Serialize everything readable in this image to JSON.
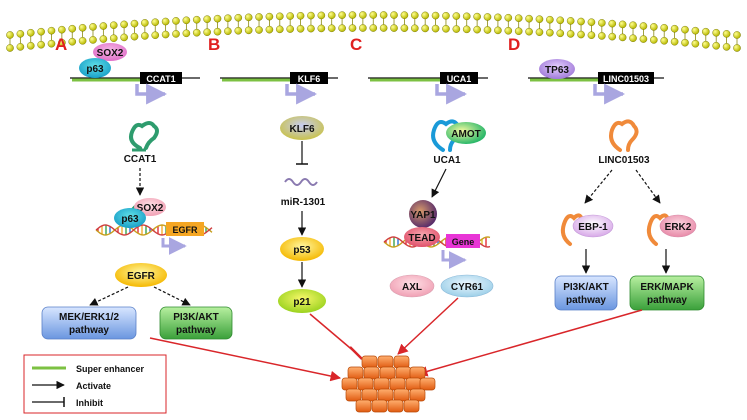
{
  "panels": {
    "a": {
      "letter": "A",
      "gene": "CCAT1",
      "tf1": "SOX2",
      "tf2": "p63",
      "rna": "CCAT1",
      "dna_gene": "EGFR",
      "protein": "EGFR",
      "path1": [
        "MEK/ERK1/2",
        "pathway"
      ],
      "path2": [
        "PI3K/AKT",
        "pathway"
      ]
    },
    "b": {
      "letter": "B",
      "gene": "KLF6",
      "protein": "KLF6",
      "mirna": "miR-1301",
      "p53": "p53",
      "p21": "p21"
    },
    "c": {
      "letter": "C",
      "gene": "UCA1",
      "amot": "AMOT",
      "rna": "UCA1",
      "yap": "YAP1",
      "tead": "TEAD",
      "dna_gene": "Gene",
      "axl": "AXL",
      "cyr": "CYR61"
    },
    "d": {
      "letter": "D",
      "gene": "LINC01503",
      "tf": "TP63",
      "rna": "LINC01503",
      "ebp": "EBP-1",
      "erk": "ERK2",
      "path1": [
        "PI3K/AKT",
        "pathway"
      ],
      "path2": [
        "ERK/MAPK",
        "pathway"
      ]
    }
  },
  "legend": {
    "super_enhancer": "Super enhancer",
    "activate": "Activate",
    "inhibit": "Inhibit"
  },
  "colors": {
    "letters": "#e02020",
    "super_enhancer": "#7cc142",
    "arrow_red": "#d9262a",
    "tss_arrow": "#a9a6e0"
  }
}
